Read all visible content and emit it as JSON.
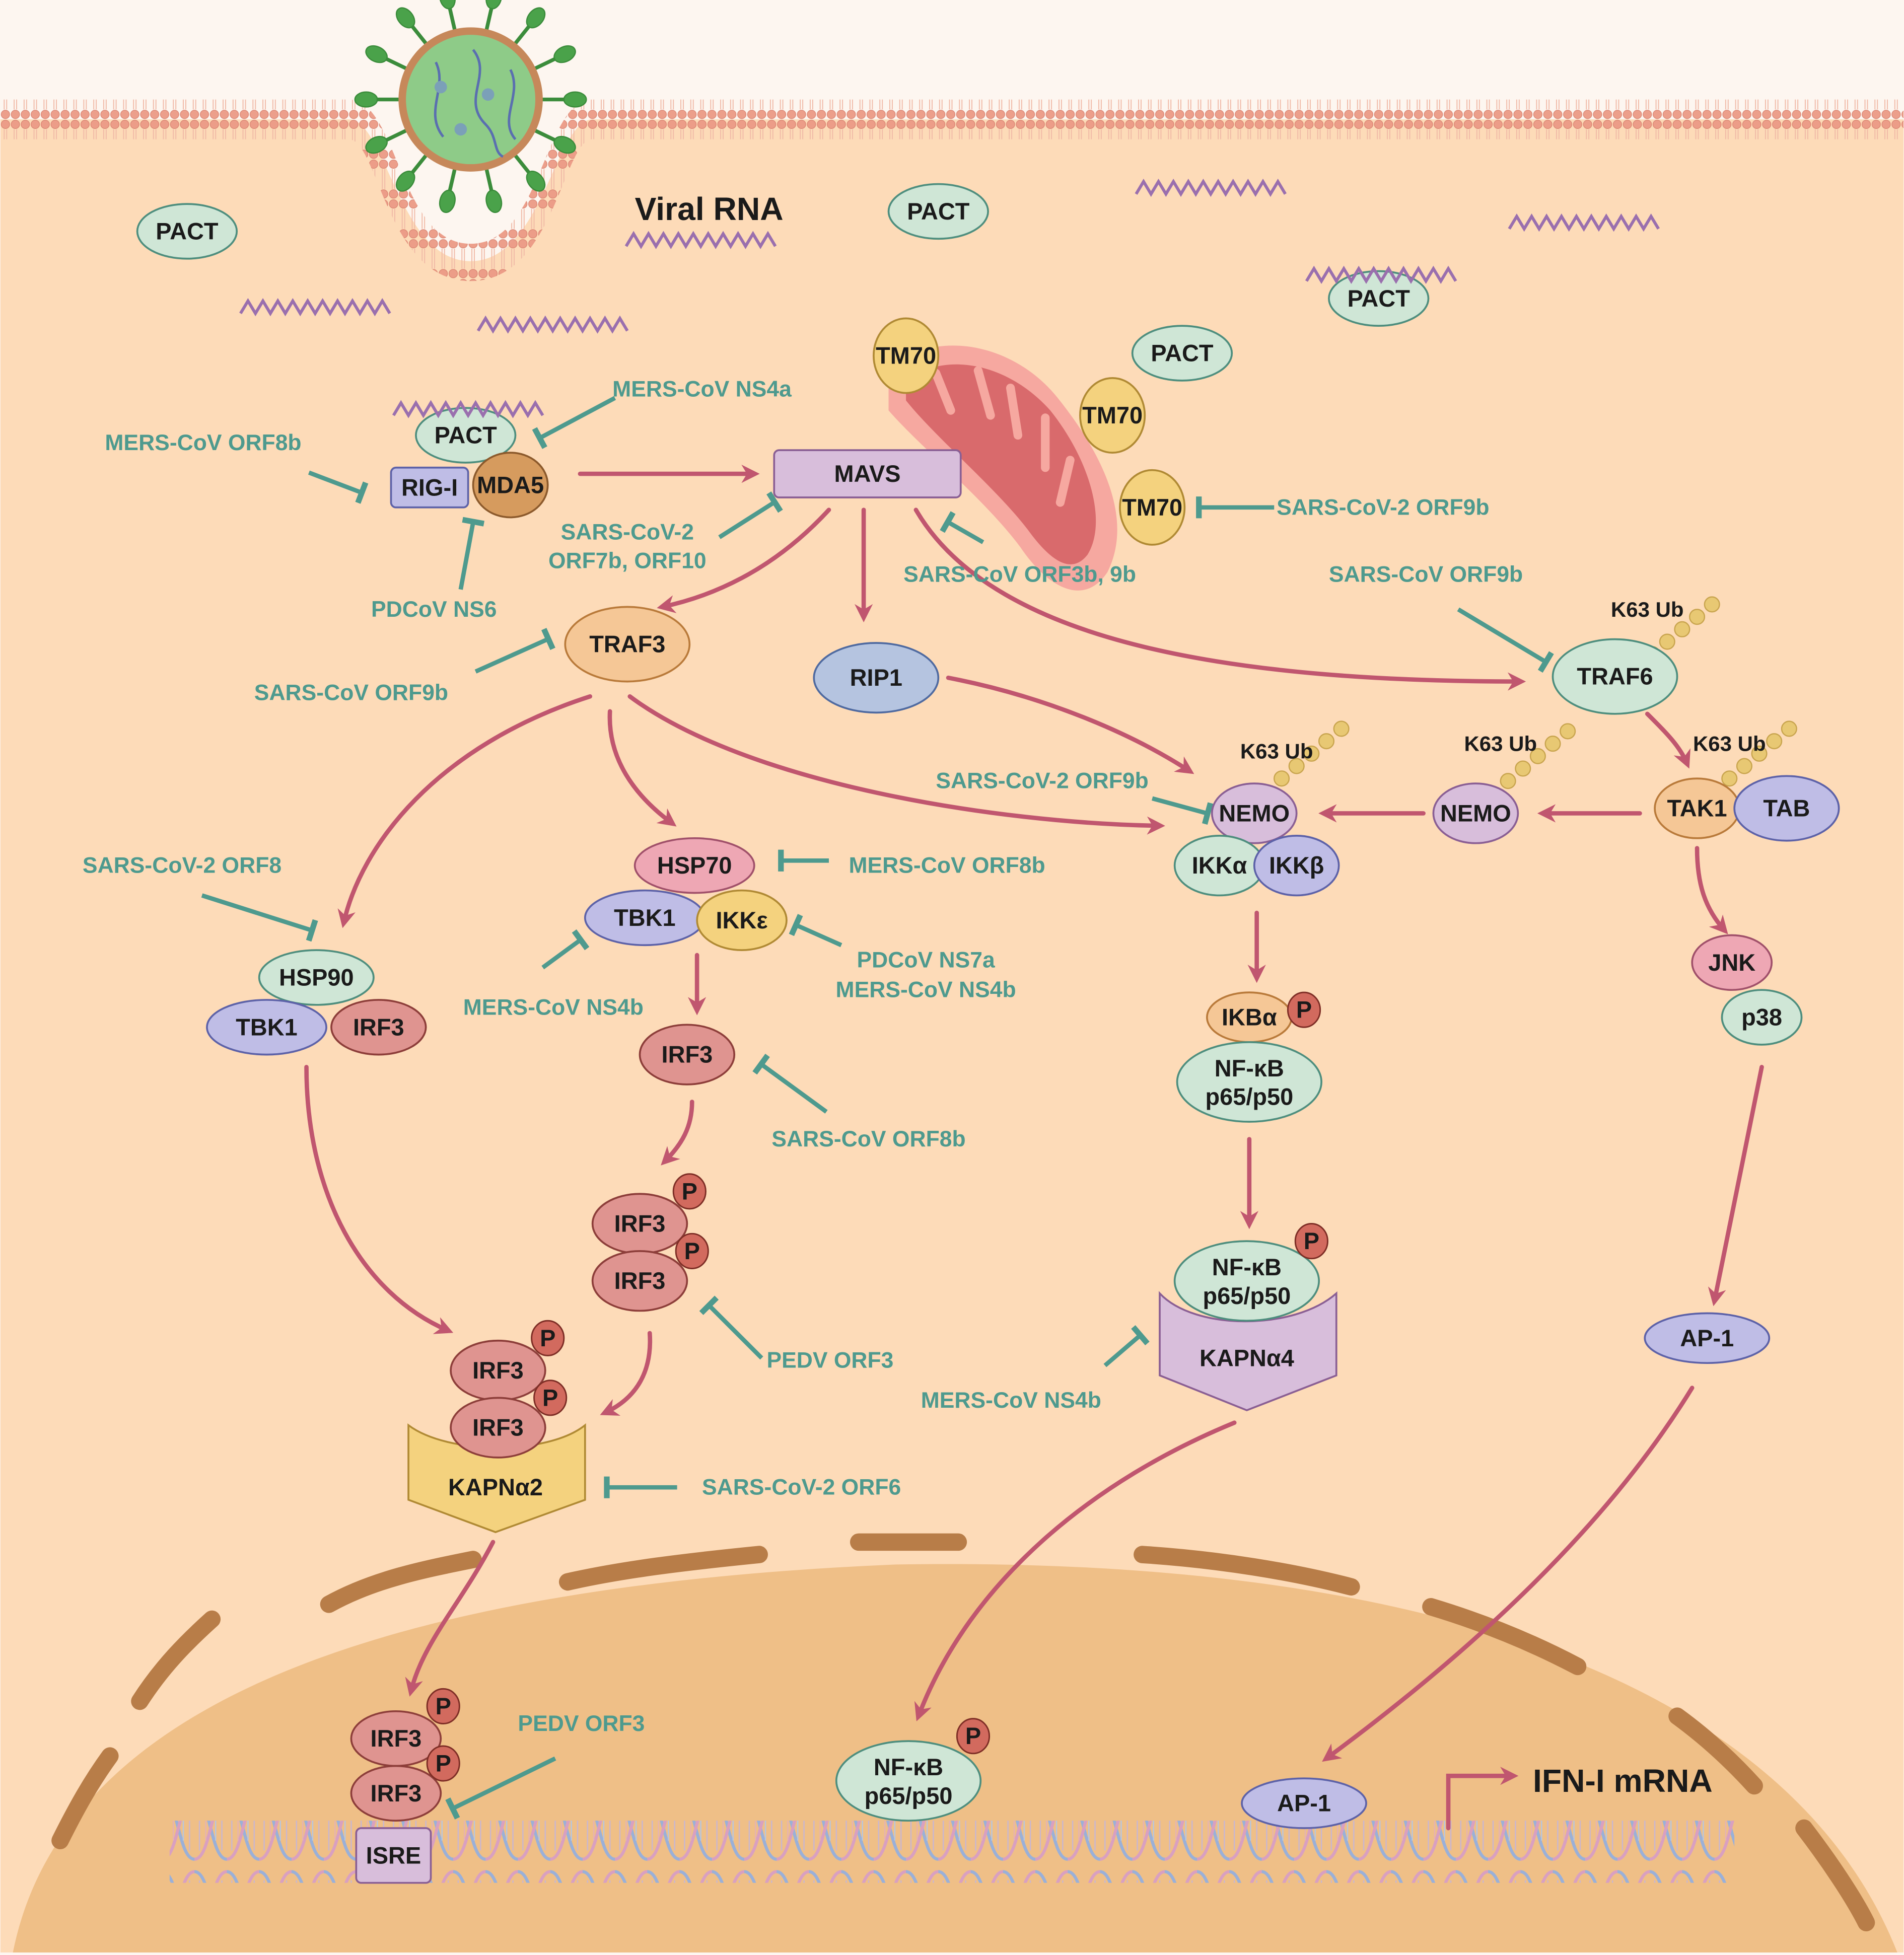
{
  "title": "Coronavirus antagonism of RIG-I/MDA5 – MAVS type I interferon signaling",
  "colors": {
    "cytoplasm": "#fddbb8",
    "nucleus": "#efbf87",
    "nuclear_envelope": "#b87d48",
    "membrane": "#eb9a86",
    "activation_arrow": "#c0566f",
    "inhibition": "#4e9a8e",
    "rna": "#9a6fae"
  },
  "labels": {
    "viral_rna": "Viral RNA",
    "ifn_mrna": "IFN-I mRNA",
    "k63_ub": "K63 Ub"
  },
  "nodes": {
    "pact_1": "PACT",
    "pact_2": "PACT",
    "pact_3": "PACT",
    "pact_4": "PACT",
    "pact_rig": "PACT",
    "tm70_1": "TM70",
    "tm70_2": "TM70",
    "tm70_3": "TM70",
    "rig_i": "RIG-I",
    "mda5": "MDA5",
    "mavs": "MAVS",
    "traf3": "TRAF3",
    "rip1": "RIP1",
    "traf6": "TRAF6",
    "nemo_1": "NEMO",
    "nemo_2": "NEMO",
    "ikka": "IKKα",
    "ikkb": "IKKβ",
    "tak1": "TAK1",
    "tab": "TAB",
    "hsp70": "HSP70",
    "tbk1_a": "TBK1",
    "ikke": "IKKε",
    "hsp90": "HSP90",
    "tbk1_b": "TBK1",
    "irf3_b": "IRF3",
    "irf3_mid": "IRF3",
    "irf3_dimer_top": "IRF3",
    "irf3_dimer_bottom": "IRF3",
    "irf3_kap_top": "IRF3",
    "irf3_kap_bottom": "IRF3",
    "kapna2": "KAPNα2",
    "ikba": "IKBα",
    "nfkb_1": "NF-κB",
    "nfkb_1_sub": "p65/p50",
    "nfkb_2": "NF-κB",
    "nfkb_2_sub": "p65/p50",
    "kapna4": "KAPNα4",
    "jnk": "JNK",
    "p38": "p38",
    "ap1_cyto": "AP-1",
    "irf3_nuc_top": "IRF3",
    "irf3_nuc_bottom": "IRF3",
    "isre": "ISRE",
    "nfkb_nuc": "NF-κB",
    "nfkb_nuc_sub": "p65/p50",
    "ap1_nuc": "AP-1",
    "phospho": "P"
  },
  "inhibitors": {
    "mers_ns4a": "MERS-CoV NS4a",
    "mers_orf8b_rig": "MERS-CoV ORF8b",
    "pdcov_ns6": "PDCoV NS6",
    "sars2_orf7b_l1": "SARS-CoV-2",
    "sars2_orf7b_l2": "ORF7b, ORF10",
    "sars_orf3b_9b": "SARS-CoV ORF3b, 9b",
    "sars2_orf9b_tm70": "SARS-CoV-2 ORF9b",
    "sars_orf9b_traf6": "SARS-CoV ORF9b",
    "sars_orf9b_traf3": "SARS-CoV ORF9b",
    "sars2_orf9b_nemo": "SARS-CoV-2 ORF9b",
    "sars2_orf8": "SARS-CoV-2 ORF8",
    "mers_orf8b_hsp70": "MERS-CoV ORF8b",
    "pdcov_ns7a": "PDCoV NS7a",
    "mers_ns4b_ikke": "MERS-CoV NS4b",
    "mers_ns4b_tbk1": "MERS-CoV NS4b",
    "sars_orf8b": "SARS-CoV ORF8b",
    "pedv_orf3_cyto": "PEDV ORF3",
    "mers_ns4b_kap": "MERS-CoV NS4b",
    "sars2_orf6": "SARS-CoV-2 ORF6",
    "pedv_orf3_nuc": "PEDV ORF3"
  }
}
